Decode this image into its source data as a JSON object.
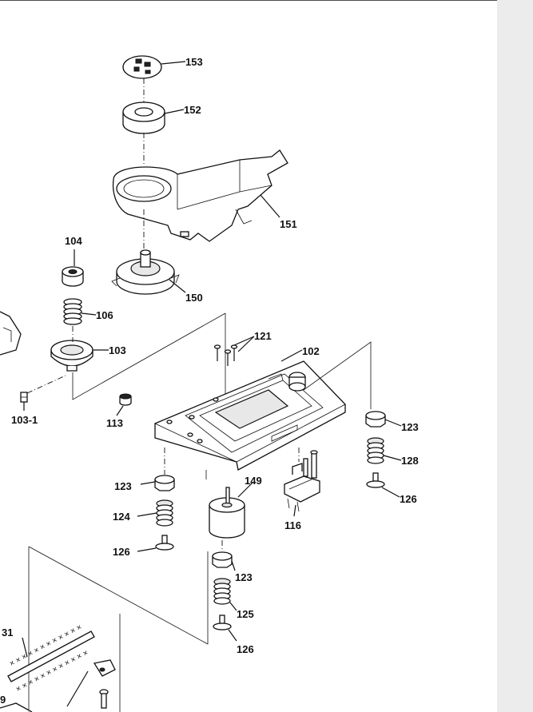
{
  "diagram": {
    "labels": {
      "p153": "153",
      "p152": "152",
      "p151": "151",
      "p150": "150",
      "p104": "104",
      "p106": "106",
      "p103": "103",
      "p103_1": "103-1",
      "p113": "113",
      "p121": "121",
      "p102": "102",
      "p123a": "123",
      "p128": "128",
      "p126a": "126",
      "p149": "149",
      "p116": "116",
      "p123b": "123",
      "p124": "124",
      "p126b": "126",
      "p123c": "123",
      "p125": "125",
      "p126c": "126",
      "p31": "31",
      "p9": "9"
    }
  },
  "colors": {
    "background": "#ffffff",
    "margin": "#ececec",
    "ink": "#111111"
  }
}
